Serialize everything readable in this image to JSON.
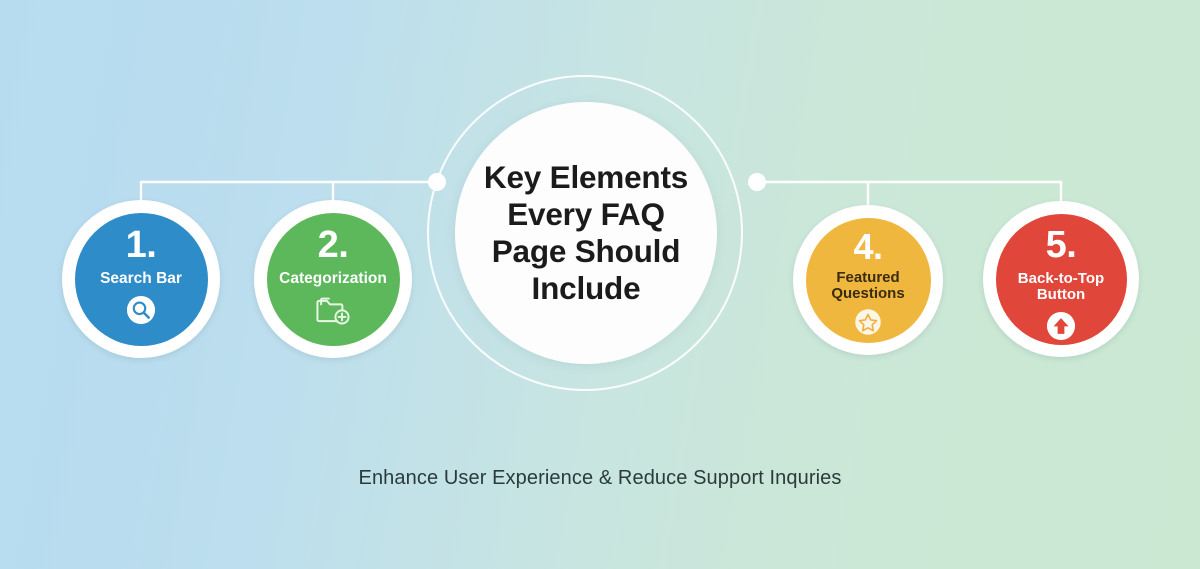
{
  "title": "Key Elements Every FAQ Page Should Include",
  "center": {
    "title_lines": "Key Elements\nEvery FAQ\nPage Should\nInclude",
    "fill_color": "#fdfdfd",
    "text_color": "#1b1b1b"
  },
  "background": {
    "left_color": "#b7dcf0",
    "right_color": "#cbe8d3",
    "direction": "left-to-right"
  },
  "connector": {
    "line_color": "#ffffff",
    "dot_color": "#ffffff"
  },
  "nodes": [
    {
      "number": "1.",
      "label": "Search Bar",
      "icon": "search-icon",
      "color": "#2e8cc8",
      "number_color": "#ffffff",
      "label_color": "#ffffff",
      "side": "left"
    },
    {
      "number": "2.",
      "label": "Categorization",
      "icon": "folder-add-icon",
      "color": "#5cb85b",
      "number_color": "#ffffff",
      "label_color": "#ffffff",
      "side": "left"
    },
    {
      "number": "4.",
      "label": "Featured\nQuestions",
      "icon": "star-icon",
      "color": "#f0b73f",
      "number_color": "#ffffff",
      "label_color": "#3a2c10",
      "side": "right"
    },
    {
      "number": "5.",
      "label": "Back-to-Top\nButton",
      "icon": "arrow-up-icon",
      "color": "#e0463a",
      "number_color": "#ffffff",
      "label_color": "#ffffff",
      "side": "right"
    }
  ],
  "caption": {
    "text": "Enhance User Experience & Reduce Support Inquries",
    "color": "#2a3b3b"
  }
}
